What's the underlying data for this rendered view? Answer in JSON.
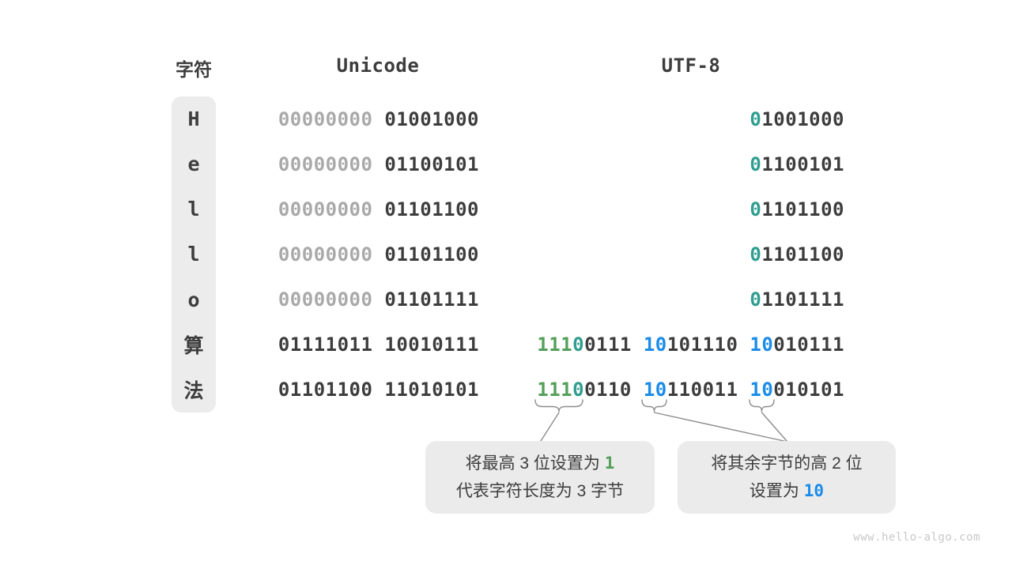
{
  "colors": {
    "dark": "#3d3d3d",
    "muted": "#a9a9a9",
    "teal": "#2f9d8f",
    "green": "#54a05a",
    "blue": "#1b8ce8",
    "pill_bg": "#ececec",
    "box_bg": "#ebebeb",
    "line": "#8c8c8c",
    "watermark": "#c8c8c8"
  },
  "headers": {
    "char": "字符",
    "unicode": "Unicode",
    "utf8": "UTF-8"
  },
  "table": {
    "chars": [
      "H",
      "e",
      "l",
      "l",
      "o",
      "算",
      "法"
    ],
    "unicode_rows": [
      [
        {
          "t": "00000000 ",
          "c": "muted"
        },
        {
          "t": "01001000",
          "c": "dark"
        }
      ],
      [
        {
          "t": "00000000 ",
          "c": "muted"
        },
        {
          "t": "01100101",
          "c": "dark"
        }
      ],
      [
        {
          "t": "00000000 ",
          "c": "muted"
        },
        {
          "t": "01101100",
          "c": "dark"
        }
      ],
      [
        {
          "t": "00000000 ",
          "c": "muted"
        },
        {
          "t": "01101100",
          "c": "dark"
        }
      ],
      [
        {
          "t": "00000000 ",
          "c": "muted"
        },
        {
          "t": "01101111",
          "c": "dark"
        }
      ],
      [
        {
          "t": "01111011 10010111",
          "c": "dark"
        }
      ],
      [
        {
          "t": "01101100 11010101",
          "c": "dark"
        }
      ]
    ],
    "utf8_rows": [
      [
        {
          "t": "0",
          "c": "teal"
        },
        {
          "t": "1001000",
          "c": "dark"
        }
      ],
      [
        {
          "t": "0",
          "c": "teal"
        },
        {
          "t": "1100101",
          "c": "dark"
        }
      ],
      [
        {
          "t": "0",
          "c": "teal"
        },
        {
          "t": "1101100",
          "c": "dark"
        }
      ],
      [
        {
          "t": "0",
          "c": "teal"
        },
        {
          "t": "1101100",
          "c": "dark"
        }
      ],
      [
        {
          "t": "0",
          "c": "teal"
        },
        {
          "t": "1101111",
          "c": "dark"
        }
      ],
      [
        {
          "t": "111",
          "c": "green"
        },
        {
          "t": "0",
          "c": "teal"
        },
        {
          "t": "0111 ",
          "c": "dark"
        },
        {
          "t": "10",
          "c": "blue"
        },
        {
          "t": "101110 ",
          "c": "dark"
        },
        {
          "t": "10",
          "c": "blue"
        },
        {
          "t": "010111",
          "c": "dark"
        }
      ],
      [
        {
          "t": "111",
          "c": "green"
        },
        {
          "t": "0",
          "c": "teal"
        },
        {
          "t": "0110 ",
          "c": "dark"
        },
        {
          "t": "10",
          "c": "blue"
        },
        {
          "t": "110011 ",
          "c": "dark"
        },
        {
          "t": "10",
          "c": "blue"
        },
        {
          "t": "010101",
          "c": "dark"
        }
      ]
    ]
  },
  "callouts": [
    {
      "lines": [
        [
          {
            "t": "将最高 3 位设置为 ",
            "c": "dark"
          },
          {
            "t": "1",
            "c": "green"
          }
        ],
        [
          {
            "t": "代表字符长度为 3 字节",
            "c": "dark"
          }
        ]
      ]
    },
    {
      "lines": [
        [
          {
            "t": "将其余字节的高 2 位",
            "c": "dark"
          }
        ],
        [
          {
            "t": "设置为 ",
            "c": "dark"
          },
          {
            "t": "10",
            "c": "blue"
          }
        ]
      ]
    }
  ],
  "watermark": "www.hello-algo.com"
}
